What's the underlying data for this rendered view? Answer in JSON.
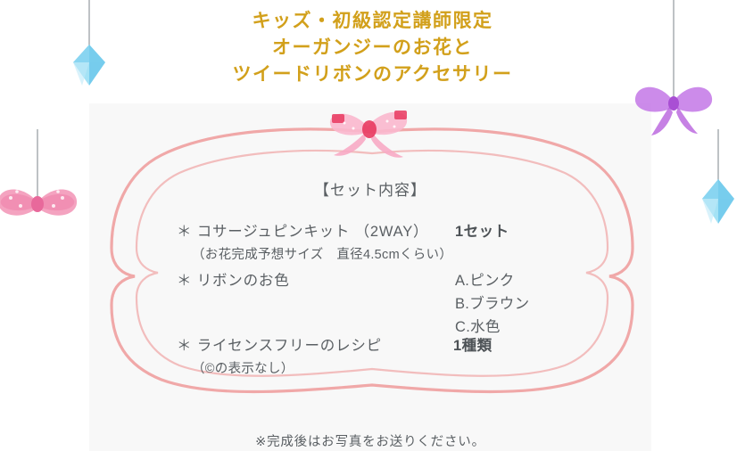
{
  "title": {
    "lines": [
      "キッズ・初級認定講師限定",
      "オーガンジーのお花と",
      "ツイードリボンのアクセサリー"
    ],
    "color": "#d2a01b"
  },
  "panel": {
    "background_color": "#f8f8f8",
    "frame_color": "#ef9a9a"
  },
  "content": {
    "heading": "【セット内容】",
    "items": [
      {
        "bullet": "＊",
        "label": "コサージュピンキット （2WAY）",
        "sub": "（お花完成予想サイズ　直径4.5cmくらい）",
        "value": "1セット"
      },
      {
        "bullet": "＊",
        "label": "リボンのお色",
        "sub": "",
        "value": "",
        "options": [
          "A.ピンク",
          "B.ブラウン",
          "C.水色"
        ]
      },
      {
        "bullet": "＊",
        "label": "ライセンスフリーのレシピ",
        "sub": "（©の表示なし）",
        "value": "1種類"
      }
    ],
    "footnote": "※完成後はお写真をお送りください。"
  },
  "decorations": [
    {
      "name": "blue-crystal-top-left",
      "type": "crystal",
      "color": "#6fd0ee"
    },
    {
      "name": "pink-bow-left",
      "type": "bow",
      "color": "#f291b4"
    },
    {
      "name": "purple-bow-top-right",
      "type": "bow",
      "color": "#c06fe0"
    },
    {
      "name": "blue-crystal-right",
      "type": "crystal",
      "color": "#6fd0ee"
    },
    {
      "name": "pink-ribbon-bow-frame-top",
      "type": "bow",
      "color": "#f2527e"
    }
  ]
}
